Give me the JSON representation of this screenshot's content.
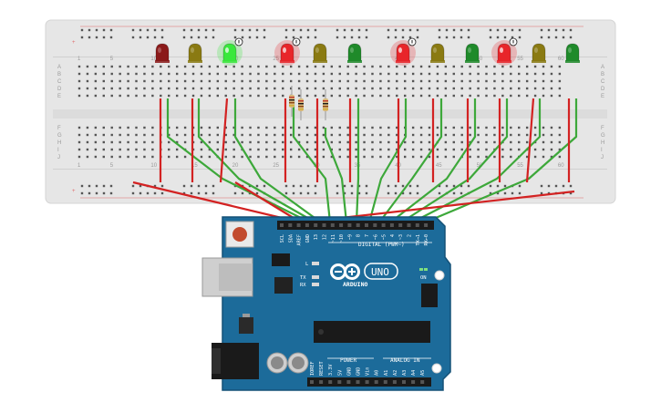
{
  "breadboard": {
    "column_numbers_top": [
      "1",
      "5",
      "10",
      "15",
      "20",
      "25",
      "30",
      "35",
      "40",
      "45",
      "50",
      "55",
      "60"
    ],
    "column_numbers_bottom": [
      "1",
      "5",
      "10",
      "15",
      "20",
      "25",
      "30",
      "35",
      "40",
      "45",
      "50",
      "55",
      "60"
    ],
    "row_letters_top": [
      "A",
      "B",
      "C",
      "D",
      "E"
    ],
    "row_letters_bottom": [
      "F",
      "G",
      "H",
      "I",
      "J"
    ],
    "plus_sign": "+",
    "minus_sign": "-"
  },
  "leds": [
    {
      "color": "#8b1a1a",
      "lit": false
    },
    {
      "color": "#8a7a12",
      "lit": false
    },
    {
      "color": "#39e83c",
      "lit": true
    },
    {
      "color": "#e8252a",
      "lit": true
    },
    {
      "color": "#8a7a12",
      "lit": false
    },
    {
      "color": "#1f8a2a",
      "lit": false
    },
    {
      "color": "#e8252a",
      "lit": true
    },
    {
      "color": "#8a7a12",
      "lit": false
    },
    {
      "color": "#1f8a2a",
      "lit": false
    },
    {
      "color": "#e8252a",
      "lit": true
    },
    {
      "color": "#8a7a12",
      "lit": false
    },
    {
      "color": "#1f8a2a",
      "lit": false
    }
  ],
  "arduino": {
    "logo_text": "ARDUINO",
    "uno_text": "UNO",
    "digital_label": "DIGITAL (PWM~)",
    "power_label": "POWER",
    "analog_label": "ANALOG IN",
    "on_label": "ON",
    "led_l": "L",
    "led_tx": "TX",
    "led_rx": "RX",
    "top_pins": [
      "SCL",
      "SDA",
      "AREF",
      "GND",
      "13",
      "12",
      "~11",
      "~10",
      "~9",
      "8",
      "7",
      "~6",
      "~5",
      "4",
      "~3",
      "2",
      "TX→1",
      "RX←0"
    ],
    "bottom_pins": [
      "IOREF",
      "RESET",
      "3.3V",
      "5V",
      "GND",
      "GND",
      "Vin",
      "A0",
      "A1",
      "A2",
      "A3",
      "A4",
      "A5"
    ]
  }
}
